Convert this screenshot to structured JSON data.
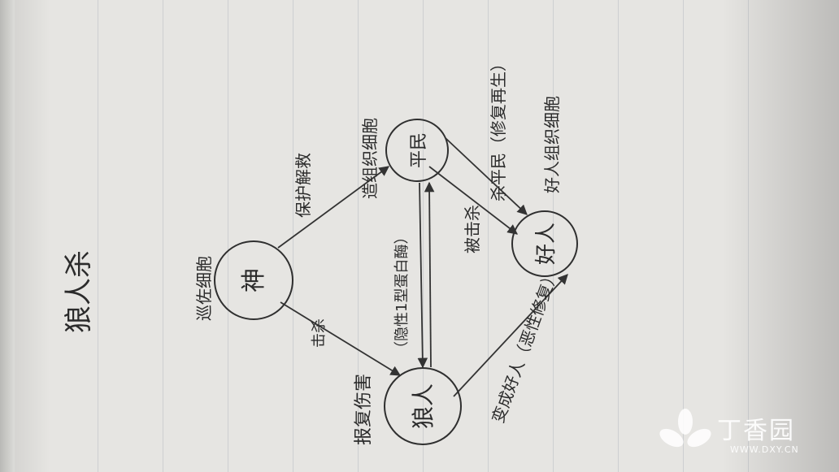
{
  "title": "狼人杀",
  "nodes": {
    "god": "神",
    "villager": "平民",
    "werewolf": "狼人",
    "good": "好人"
  },
  "edge_labels": {
    "god_top": "巡佐细胞",
    "god_villager": "保护解救",
    "villager_top": "造组织细胞",
    "god_werewolf": "击杀",
    "werewolf_left": "报复伤害",
    "werewolf_villager": "（隐性1型蛋白酶）",
    "villager_good": "被击杀",
    "good_werewolf": "变成好人（恶性修复）",
    "villager_right_a": "杀平民（修复再生）",
    "villager_right_b": "好人组织细胞"
  },
  "watermark": {
    "brand": "丁香园",
    "url": "WWW.DXY.CN",
    "logo_icon": "clover-leaf-icon"
  }
}
